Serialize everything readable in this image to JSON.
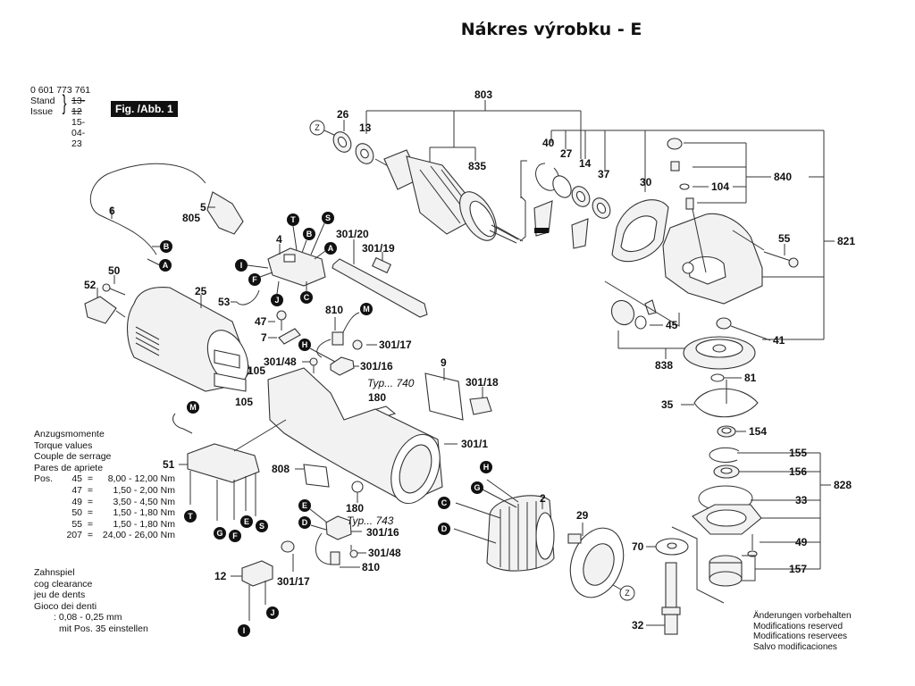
{
  "header": {
    "title": "Nákres výrobku - E",
    "part_number": "0 601 773 761",
    "stand_label": "Stand",
    "issue_label": "Issue",
    "stand_value_struck": "13-12",
    "issue_value": "15-04-23",
    "figure_badge": "Fig. /Abb. 1"
  },
  "torque": {
    "headings": [
      "Anzugsmomente",
      "Torque values",
      "Couple de serrage",
      "Pares de apriete"
    ],
    "pos_label": "Pos.",
    "rows": [
      {
        "pos": "45",
        "range": "8,00 - 12,00 Nm"
      },
      {
        "pos": "47",
        "range": "1,50 - 2,00 Nm"
      },
      {
        "pos": "49",
        "range": "3,50 - 4,50 Nm"
      },
      {
        "pos": "50",
        "range": "1,50 - 1,80 Nm"
      },
      {
        "pos": "55",
        "range": "1,50 - 1,80 Nm"
      },
      {
        "pos": "207",
        "range": "24,00 - 26,00 Nm"
      }
    ]
  },
  "cog": {
    "headings": [
      "Zahnspiel",
      "cog clearance",
      "jeu de dents",
      "Gioco dei denti"
    ],
    "value": ": 0,08 - 0,25 mm",
    "instruction": "mit Pos. 35 einstellen"
  },
  "footer_notes": [
    "Änderungen vorbehalten",
    "Modifications reserved",
    "Modifications reservees",
    "Salvo modificaciones"
  ],
  "labels": {
    "p803": "803",
    "p26": "26",
    "p13": "13",
    "p835": "835",
    "p40": "40",
    "p27": "27",
    "p14": "14",
    "p37": "37",
    "p30": "30",
    "p840": "840",
    "p104": "104",
    "p821": "821",
    "p55": "55",
    "p41": "41",
    "p45": "45",
    "p838": "838",
    "p81": "81",
    "p35": "35",
    "p154": "154",
    "p155": "155",
    "p156": "156",
    "p828": "828",
    "p33": "33",
    "p49": "49",
    "p157": "157",
    "p70": "70",
    "p32": "32",
    "p6": "6",
    "p5": "5",
    "p805": "805",
    "p50": "50",
    "p52": "52",
    "p25": "25",
    "p105a": "105",
    "p105b": "105",
    "p4": "4",
    "p53": "53",
    "p301_20": "301/20",
    "p301_19": "301/19",
    "p47": "47",
    "p7": "7",
    "p810a": "810",
    "p301_17a": "301/17",
    "p301_48a": "301/48",
    "p301_16a": "301/16",
    "p9": "9",
    "p301_18": "301/18",
    "p180a": "180",
    "typ740": "Typ... 740",
    "p301_1": "301/1",
    "p51": "51",
    "p808": "808",
    "p180b": "180",
    "typ743": "Typ... 743",
    "p301_16b": "301/16",
    "p301_48b": "301/48",
    "p810b": "810",
    "p301_17b": "301/17",
    "p12": "12",
    "p2": "2",
    "p29": "29"
  },
  "wire_tags": {
    "A": "A",
    "B": "B",
    "C": "C",
    "D": "D",
    "E": "E",
    "F": "F",
    "G": "G",
    "H": "H",
    "I": "I",
    "J": "J",
    "M": "M",
    "S": "S",
    "T": "T",
    "Z": "Z"
  }
}
